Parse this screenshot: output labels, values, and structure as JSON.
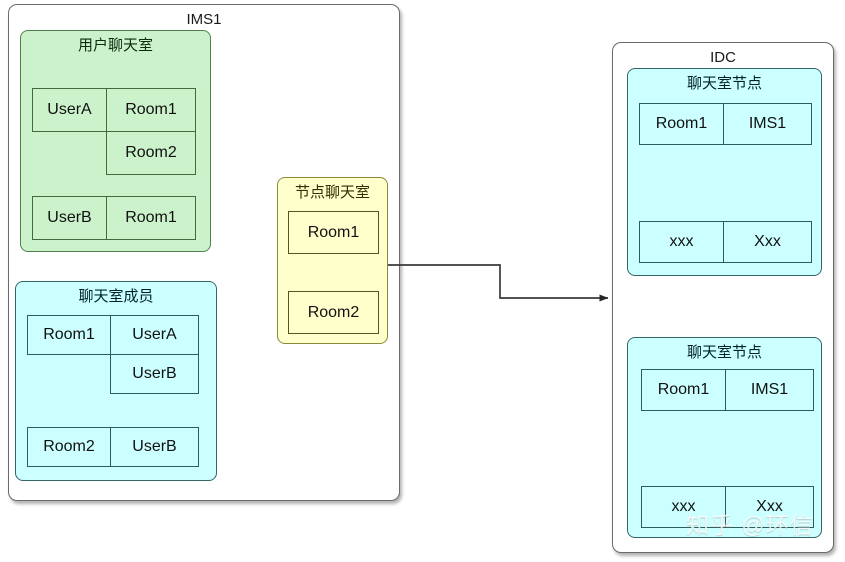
{
  "diagram": {
    "title_left": "IMS1",
    "title_right": "IDC",
    "watermark": "知乎 @环信",
    "colors": {
      "green_fill": "#ccf2cc",
      "green_border": "#4d804d",
      "cyan_fill": "#ccffff",
      "cyan_border": "#336666",
      "yellow_fill": "#ffffcc",
      "yellow_border": "#8a8a3a",
      "panel_border": "#6b6b6b",
      "connector": "#3a3a3a"
    }
  },
  "ims1": {
    "title": "IMS1",
    "user_chatroom": {
      "title": "用户聊天室",
      "rows": [
        {
          "left": "UserA",
          "right": "Room1"
        },
        {
          "left": "",
          "right": "Room2"
        },
        {
          "left": "UserB",
          "right": "Room1"
        }
      ]
    },
    "chatroom_member": {
      "title": "聊天室成员",
      "rows": [
        {
          "left": "Room1",
          "right": "UserA"
        },
        {
          "left": "",
          "right": "UserB"
        },
        {
          "left": "Room2",
          "right": "UserB"
        }
      ]
    }
  },
  "node_chatroom": {
    "title": "节点聊天室",
    "items": [
      "Room1",
      "Room2"
    ]
  },
  "idc": {
    "title": "IDC",
    "nodes": [
      {
        "title": "聊天室节点",
        "rows": [
          {
            "left": "Room1",
            "right": "IMS1"
          },
          {
            "left": "xxx",
            "right": "Xxx"
          }
        ]
      },
      {
        "title": "聊天室节点",
        "rows": [
          {
            "left": "Room1",
            "right": "IMS1"
          },
          {
            "left": "xxx",
            "right": "Xxx"
          }
        ]
      }
    ]
  }
}
